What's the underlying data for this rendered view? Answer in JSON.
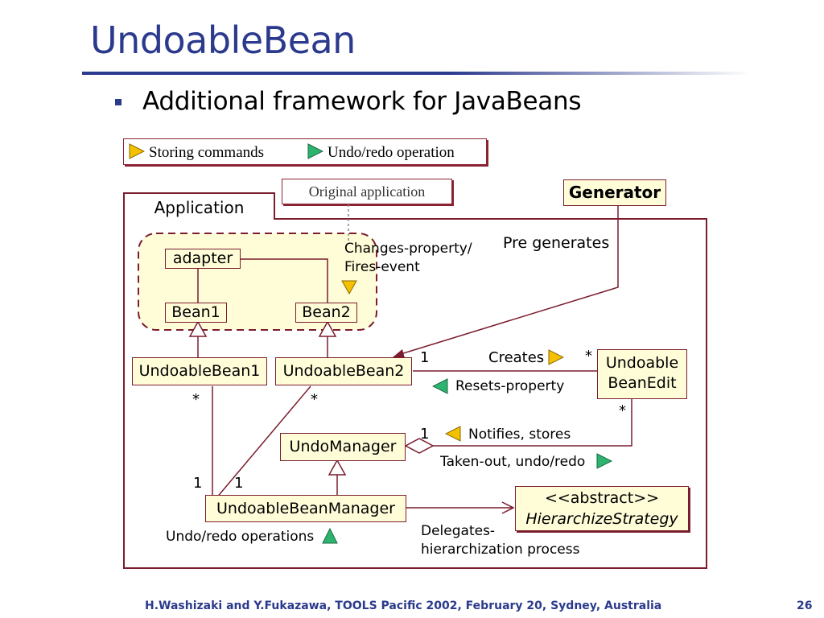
{
  "slide": {
    "title": "UndoableBean",
    "bullet": "Additional framework for JavaBeans",
    "footer": "H.Washizaki and Y.Fukazawa, TOOLS Pacific 2002, February 20, Sydney, Australia",
    "page_number": "26"
  },
  "legend": {
    "storing": "Storing commands",
    "undo_redo": "Undo/redo operation",
    "colors": {
      "storing": "#f5c000",
      "undo_redo": "#2cb46e",
      "frame": "#7a1d2e",
      "class_fill": "#fffcd8",
      "title": "#2b3a8c"
    }
  },
  "diagram": {
    "original_application": "Original application",
    "generator": "Generator",
    "application": "Application",
    "classes": {
      "adapter": "adapter",
      "bean1": "Bean1",
      "bean2": "Bean2",
      "undoable_bean1": "UndoableBean1",
      "undoable_bean2": "UndoableBean2",
      "undoable_bean_edit_line1": "Undoable",
      "undoable_bean_edit_line2": "BeanEdit",
      "undo_manager": "UndoManager",
      "undoable_bean_manager": "UndoableBeanManager",
      "hierarchize_stereotype": "<<abstract>>",
      "hierarchize_strategy": "HierarchizeStrategy"
    },
    "labels": {
      "changes_property_line1": "Changes-property/",
      "changes_property_line2": "Fires-event",
      "pre_generates": "Pre generates",
      "creates": "Creates",
      "resets_property": "Resets-property",
      "notifies_stores": "Notifies, stores",
      "taken_out": "Taken-out, undo/redo",
      "undo_redo_operations": "Undo/redo operations",
      "delegates_line1": "Delegates-",
      "delegates_line2": "hierarchization process"
    },
    "multiplicities": {
      "creates_one": "1",
      "creates_many": "*",
      "edit_many": "*",
      "notifies_one": "1",
      "bean1_many": "*",
      "bean2_many": "*",
      "manager_one_a": "1",
      "manager_one_b": "1"
    },
    "icons": {
      "storing": "right-triangle-icon",
      "undo_redo": "right-triangle-icon",
      "changes_property": "down-triangle-icon",
      "creates": "right-triangle-icon",
      "resets_property": "left-triangle-icon",
      "notifies_stores": "left-triangle-icon",
      "taken_out": "right-triangle-icon",
      "undo_redo_operations": "up-triangle-icon"
    }
  }
}
